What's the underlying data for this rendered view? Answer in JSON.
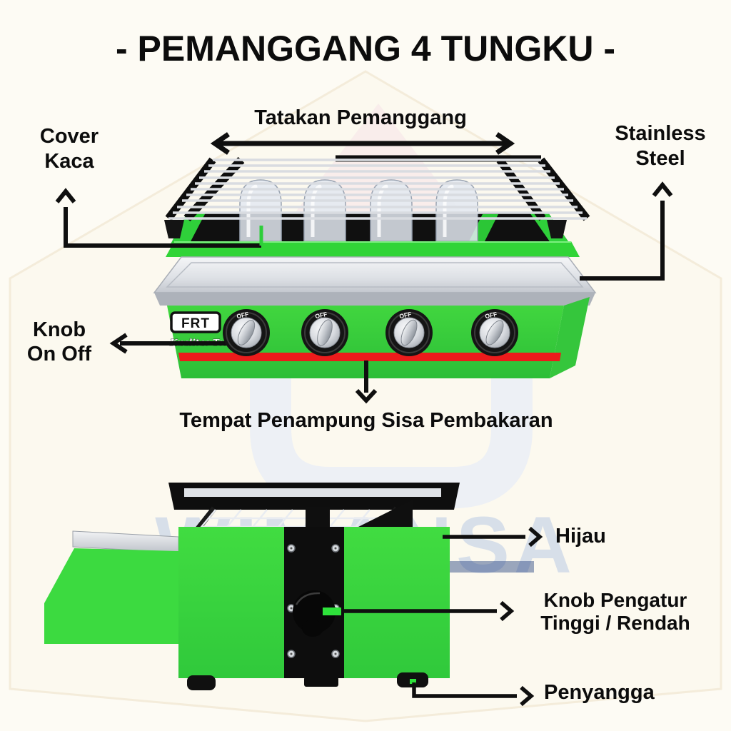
{
  "title": "- PEMANGGANG 4 TUNGKU -",
  "labels": {
    "tatakan_pemanggang": "Tatakan Pemanggang",
    "cover_kaca": [
      "Cover",
      "Kaca"
    ],
    "stainless_steel": [
      "Stainless",
      "Steel"
    ],
    "knob_on_off": [
      "Knob",
      "On Off"
    ],
    "tempat_penampung": "Tempat Penampung Sisa Pembakaran",
    "hijau": "Hijau",
    "knob_pengatur": [
      "Knob Pengatur",
      "Tinggi / Rendah"
    ],
    "penyangga": "Penyangga"
  },
  "product": {
    "brand": "FRT",
    "brand_tagline": "Kualitas Terpercaya",
    "knob_marking": "OFF"
  },
  "watermark": "WIMANSA",
  "colors": {
    "body_green": "#35D337",
    "accent_red": "#EC1B1B",
    "line_black": "#111111",
    "stainless": "#C9CDD4",
    "watermark_blue": "#B3C6E5"
  }
}
